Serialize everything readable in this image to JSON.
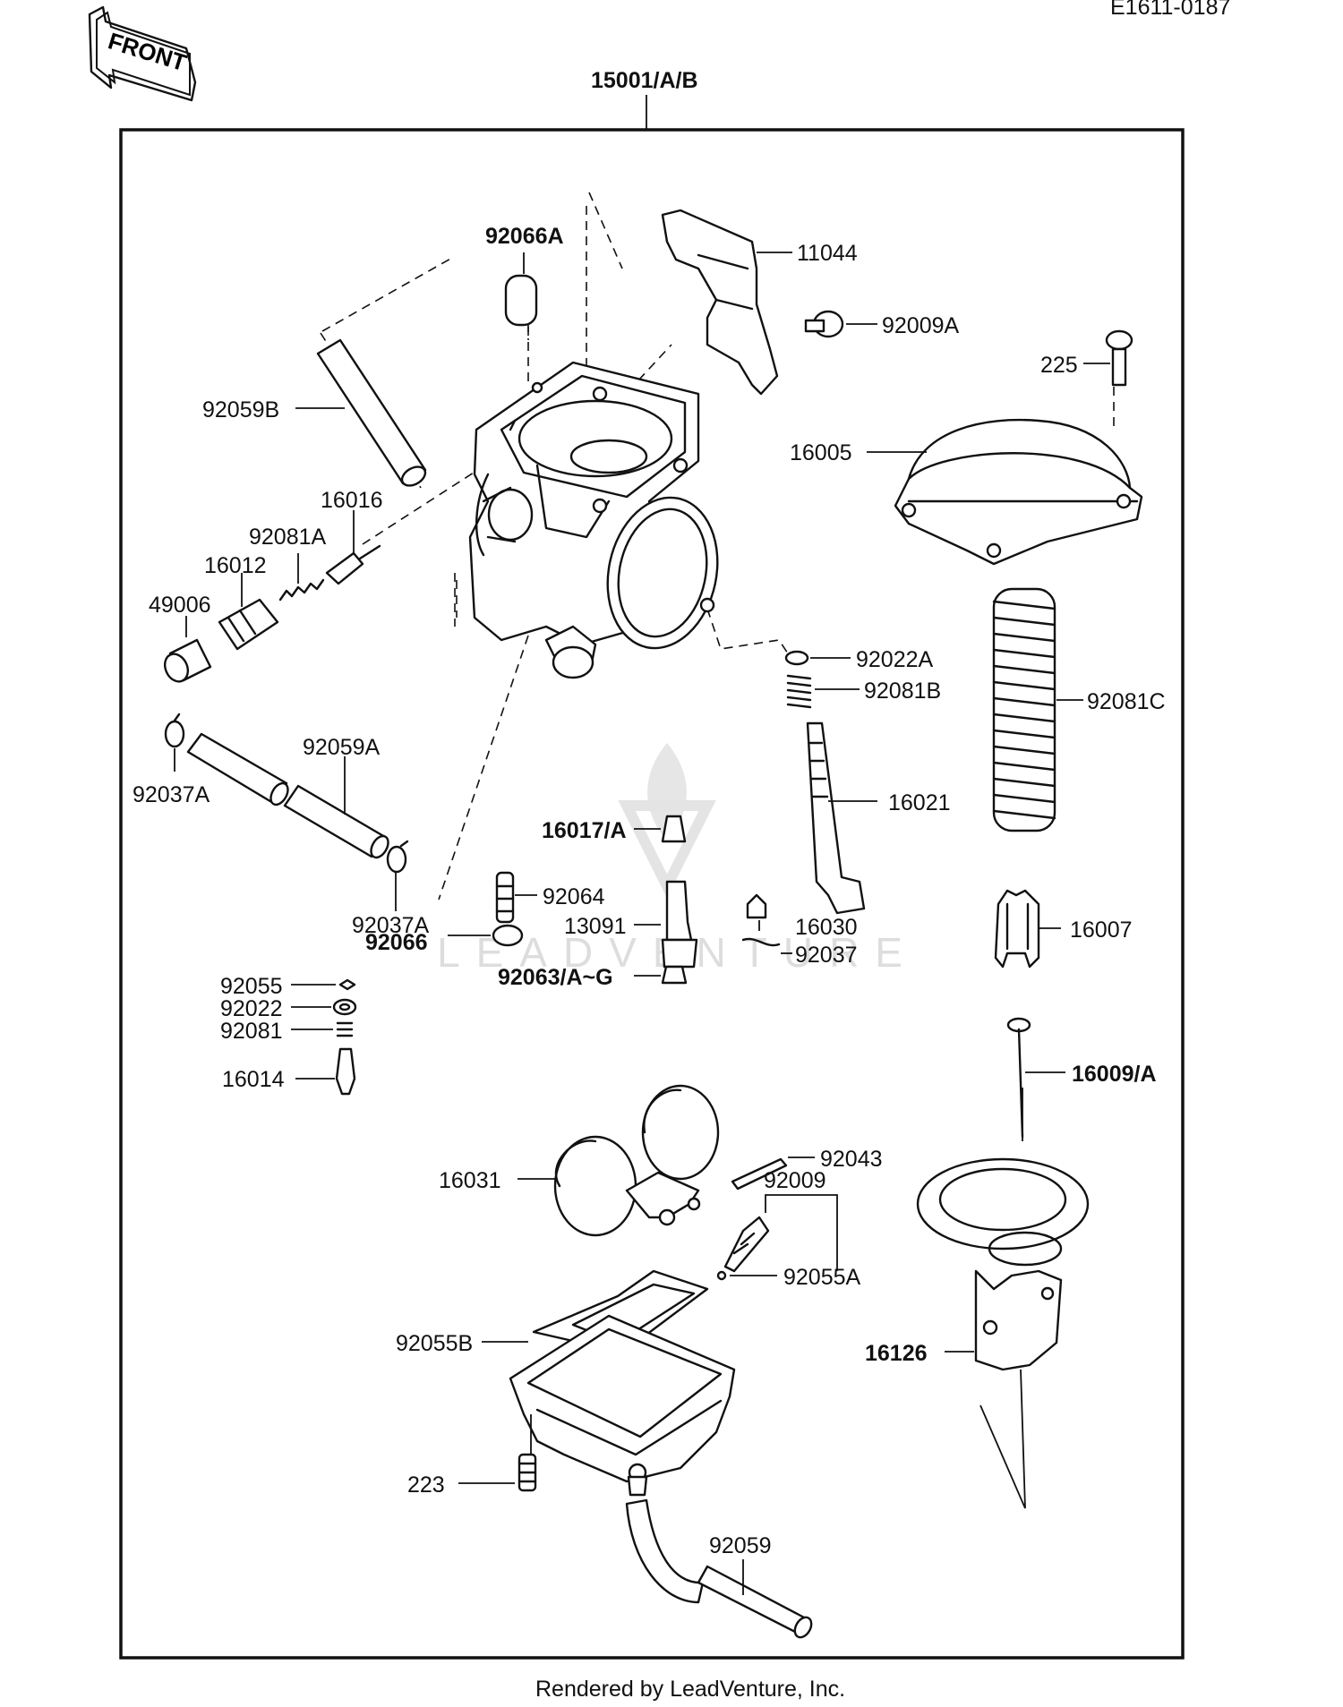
{
  "header": {
    "ref_code": "E1611-0187",
    "front_badge": "FRONT",
    "assembly_label": "15001/A/B"
  },
  "footer": {
    "credit": "Rendered by LeadVenture, Inc."
  },
  "watermark": {
    "text": "LEADVENTURE"
  },
  "parts": [
    {
      "id": "92066A",
      "label": "92066A"
    },
    {
      "id": "11044",
      "label": "11044"
    },
    {
      "id": "92009A",
      "label": "92009A"
    },
    {
      "id": "225",
      "label": "225"
    },
    {
      "id": "92059B",
      "label": "92059B"
    },
    {
      "id": "16005",
      "label": "16005"
    },
    {
      "id": "16016",
      "label": "16016"
    },
    {
      "id": "92081A",
      "label": "92081A"
    },
    {
      "id": "16012",
      "label": "16012"
    },
    {
      "id": "49006",
      "label": "49006"
    },
    {
      "id": "92022A",
      "label": "92022A"
    },
    {
      "id": "92081B",
      "label": "92081B"
    },
    {
      "id": "92081C",
      "label": "92081C"
    },
    {
      "id": "92059A",
      "label": "92059A"
    },
    {
      "id": "92037A-1",
      "label": "92037A"
    },
    {
      "id": "16021",
      "label": "16021"
    },
    {
      "id": "16017A",
      "label": "16017/A"
    },
    {
      "id": "92037A-2",
      "label": "92037A"
    },
    {
      "id": "92064",
      "label": "92064"
    },
    {
      "id": "13091",
      "label": "13091"
    },
    {
      "id": "16030",
      "label": "16030"
    },
    {
      "id": "16007",
      "label": "16007"
    },
    {
      "id": "92066",
      "label": "92066"
    },
    {
      "id": "92037",
      "label": "92037"
    },
    {
      "id": "92055",
      "label": "92055"
    },
    {
      "id": "92022",
      "label": "92022"
    },
    {
      "id": "92063AG",
      "label": "92063/A~G"
    },
    {
      "id": "92081",
      "label": "92081"
    },
    {
      "id": "16014",
      "label": "16014"
    },
    {
      "id": "16009A",
      "label": "16009/A"
    },
    {
      "id": "92043",
      "label": "92043"
    },
    {
      "id": "16031",
      "label": "16031"
    },
    {
      "id": "92009",
      "label": "92009"
    },
    {
      "id": "92055A",
      "label": "92055A"
    },
    {
      "id": "92055B",
      "label": "92055B"
    },
    {
      "id": "16126",
      "label": "16126"
    },
    {
      "id": "223",
      "label": "223"
    },
    {
      "id": "92059",
      "label": "92059"
    }
  ]
}
